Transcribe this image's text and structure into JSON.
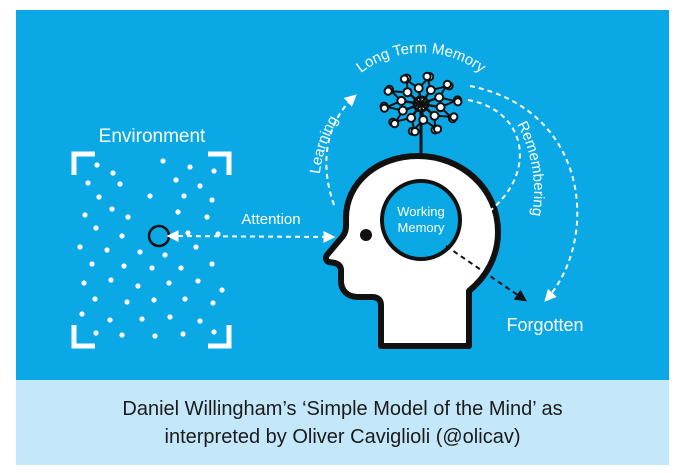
{
  "diagram": {
    "environment_label": "Environment",
    "attention_label": "Attention",
    "long_term_memory_label": "Long Term Memory",
    "learning_label": "Learning",
    "remembering_label": "Remembering",
    "working_memory_label_line1": "Working",
    "working_memory_label_line2": "Memory",
    "forgotten_label": "Forgotten",
    "colors": {
      "background": "#0aa9e6",
      "foreground": "#ffffff",
      "outline": "#111111"
    }
  },
  "caption": {
    "line1": "Daniel Willingham’s ‘Simple Model of the Mind’ as",
    "line2": "interpreted by Oliver Caviglioli (@olicav)"
  }
}
